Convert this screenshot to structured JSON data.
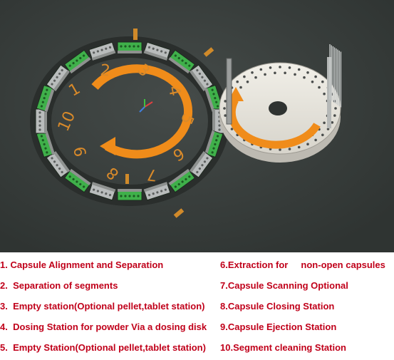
{
  "legend": {
    "left": [
      "1. Capsule Alignment and Separation",
      "2.  Separation of segments",
      "3.  Empty station(Optional pellet,tablet station)",
      "4.  Dosing Station for powder Via a dosing disk",
      "5.  Empty Station(Optional pellet,tablet station)"
    ],
    "right": [
      "6.Extraction for     non-open capsules",
      "7.Capsule Scanning Optional",
      "8.Capsule Closing Station",
      "9.Capsule Ejection Station",
      "10.Segment cleaning Station"
    ]
  },
  "diagram": {
    "station_numbers": [
      "1",
      "2",
      "3",
      "4",
      "5",
      "6",
      "7",
      "8",
      "9",
      "10"
    ],
    "colors": {
      "background": "#3a3f3d",
      "arrow": "#f08c1a",
      "segment_green": "#3fb04a",
      "segment_grey": "#b9bcbc",
      "disk": "#e8e6df",
      "legend_text": "#c0001a"
    }
  }
}
